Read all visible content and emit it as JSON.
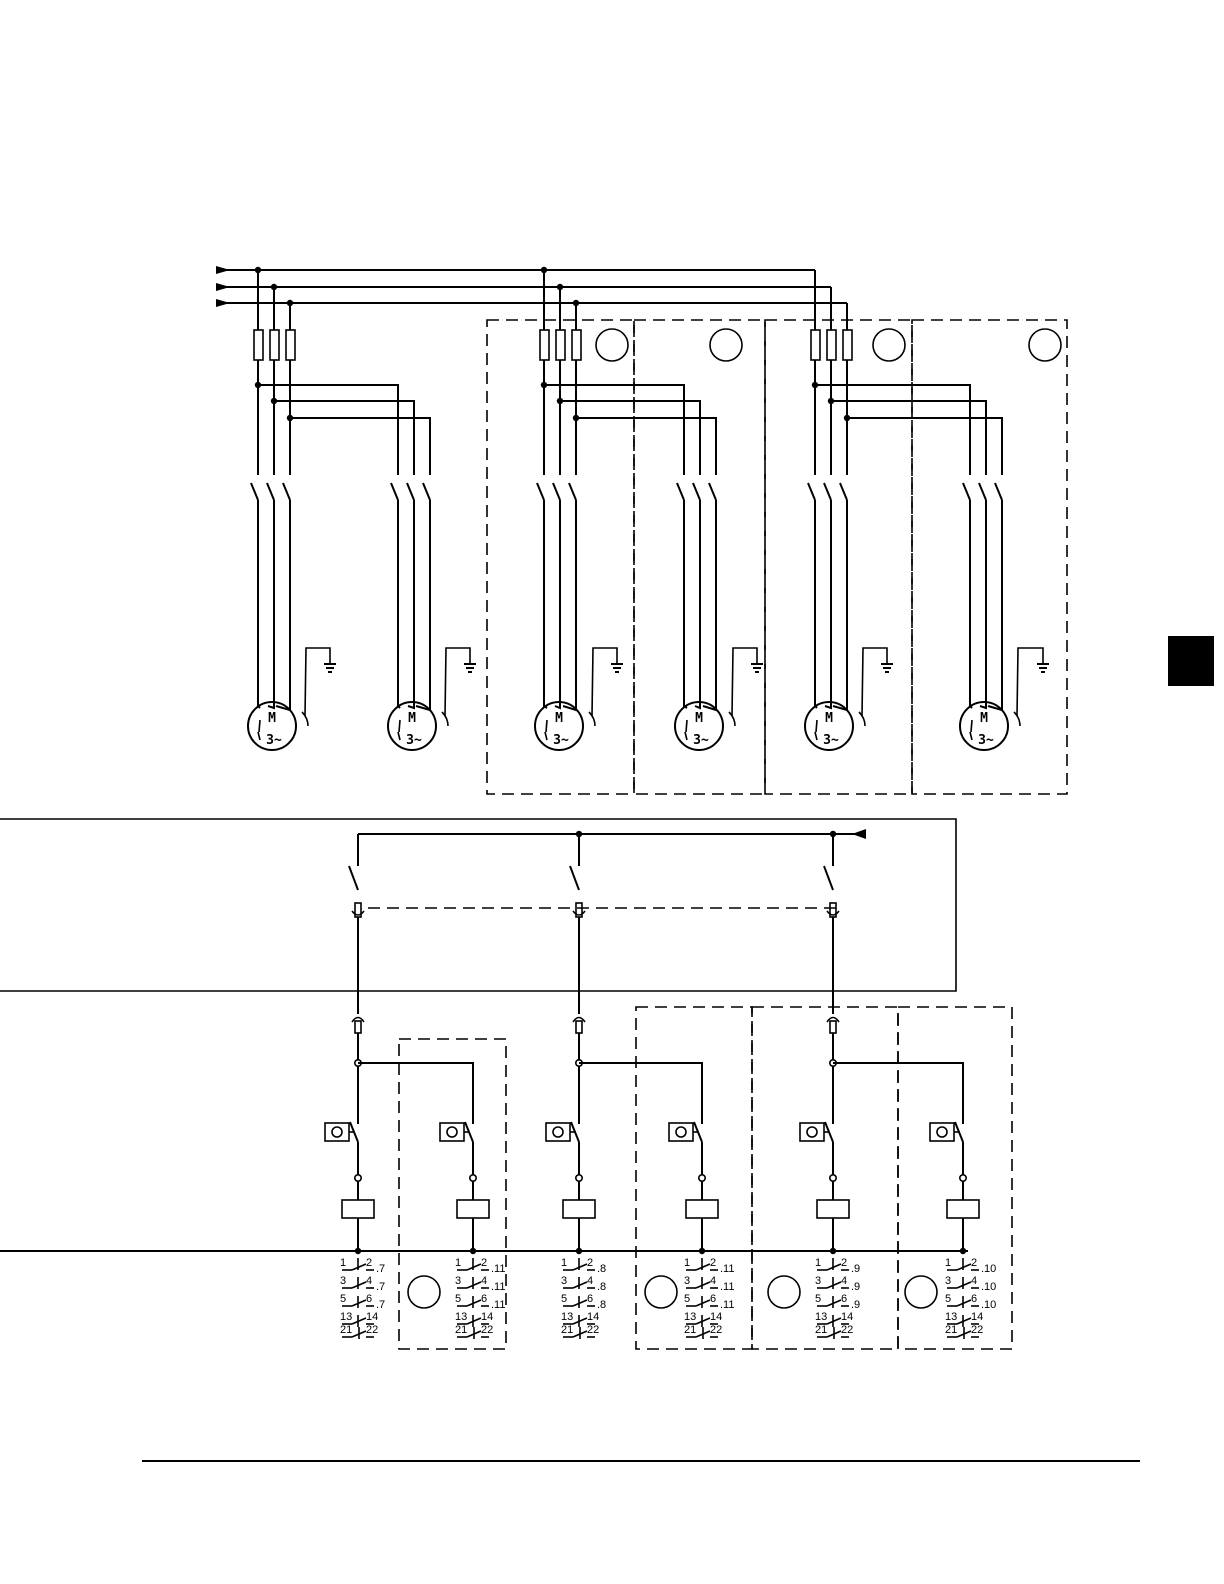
{
  "motors": [
    {
      "id": "m1",
      "label": "M",
      "phase": "3~"
    },
    {
      "id": "m2",
      "label": "M",
      "phase": "3~"
    },
    {
      "id": "m3",
      "label": "M",
      "phase": "3~"
    },
    {
      "id": "m4",
      "label": "M",
      "phase": "3~"
    },
    {
      "id": "m5",
      "label": "M",
      "phase": "3~"
    },
    {
      "id": "m6",
      "label": "M",
      "phase": "3~"
    }
  ],
  "contact_blocks": [
    {
      "id": "k1",
      "refs": [
        ".7",
        ".7",
        ".7"
      ]
    },
    {
      "id": "k2",
      "refs": [
        ".11",
        ".11",
        ".11"
      ]
    },
    {
      "id": "k3",
      "refs": [
        ".8",
        ".8",
        ".8"
      ]
    },
    {
      "id": "k4",
      "refs": [
        ".11",
        ".11",
        ".11"
      ]
    },
    {
      "id": "k5",
      "refs": [
        ".9",
        ".9",
        ".9"
      ]
    },
    {
      "id": "k6",
      "refs": [
        ".10",
        ".10",
        ".10"
      ]
    }
  ],
  "contact_terminals": [
    [
      "1",
      "2"
    ],
    [
      "3",
      "4"
    ],
    [
      "5",
      "6"
    ],
    [
      "13",
      "14"
    ],
    [
      "21",
      "22"
    ]
  ],
  "colors": {
    "ink": "#000000",
    "paper": "#ffffff"
  }
}
